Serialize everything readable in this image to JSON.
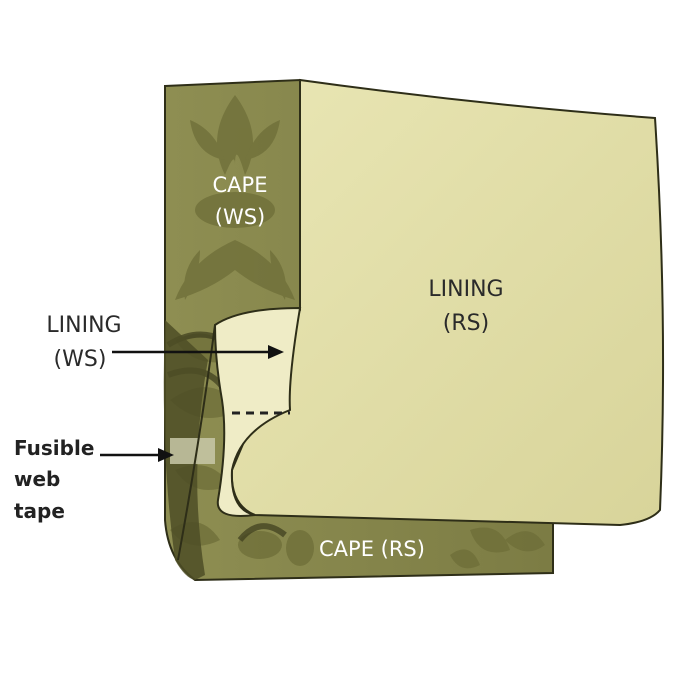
{
  "labels": {
    "cape_ws_line1": "CAPE",
    "cape_ws_line2": "(WS)",
    "lining_rs_line1": "LINING",
    "lining_rs_line2": "(RS)",
    "lining_ws_line1": "LINING",
    "lining_ws_line2": "(WS)",
    "fusible_line1": "Fusible",
    "fusible_line2": "web",
    "fusible_line3": "tape",
    "cape_rs": "CAPE (RS)"
  },
  "colors": {
    "cape_fabric": "#8a8a4e",
    "cape_pattern": "#6e6e38",
    "cape_dark": "#4a4a22",
    "lining": "#e0dca4",
    "lining_light": "#eeecc4",
    "outline": "#2e2e18",
    "tape": "#c8c8a8"
  }
}
